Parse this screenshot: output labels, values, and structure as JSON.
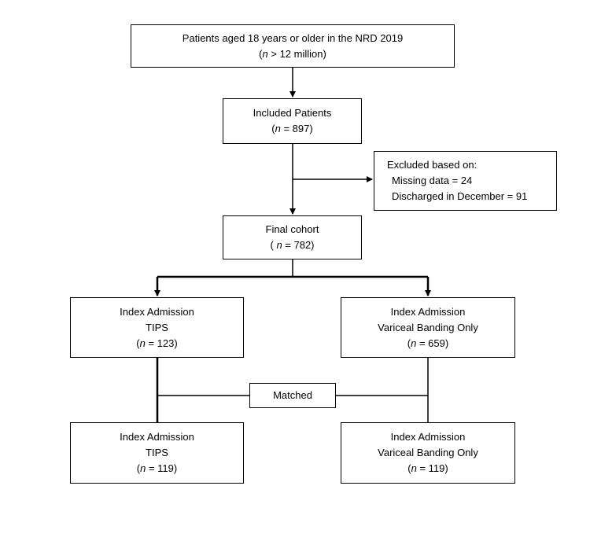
{
  "boxes": {
    "source": {
      "line1": "Patients aged 18 years or older in the NRD 2019",
      "n_prefix": "(",
      "n_var": "n",
      "n_rest": " > 12 million)"
    },
    "included": {
      "line1": "Included Patients",
      "n_prefix": "(",
      "n_var": "n",
      "n_rest": " = 897)"
    },
    "excluded": {
      "title": "Excluded based on:",
      "item1": "Missing data =  24",
      "item2": "Discharged in December =  91"
    },
    "final": {
      "line1": "Final cohort",
      "n_prefix": "( ",
      "n_var": "n",
      "n_rest": " = 782)"
    },
    "tips_index": {
      "line1": "Index Admission",
      "line2": "TIPS",
      "n_prefix": "(",
      "n_var": "n",
      "n_rest": " = 123)"
    },
    "vb_index": {
      "line1": "Index Admission",
      "line2": "Variceal Banding Only",
      "n_prefix": "(",
      "n_var": "n",
      "n_rest": " = 659)"
    },
    "matched": {
      "label": "Matched"
    },
    "tips_matched": {
      "line1": "Index Admission",
      "line2": "TIPS",
      "n_prefix": "(",
      "n_var": "n",
      "n_rest": " = 119)"
    },
    "vb_matched": {
      "line1": "Index Admission",
      "line2": "Variceal Banding Only",
      "n_prefix": "(",
      "n_var": "n",
      "n_rest": " = 119)"
    }
  }
}
